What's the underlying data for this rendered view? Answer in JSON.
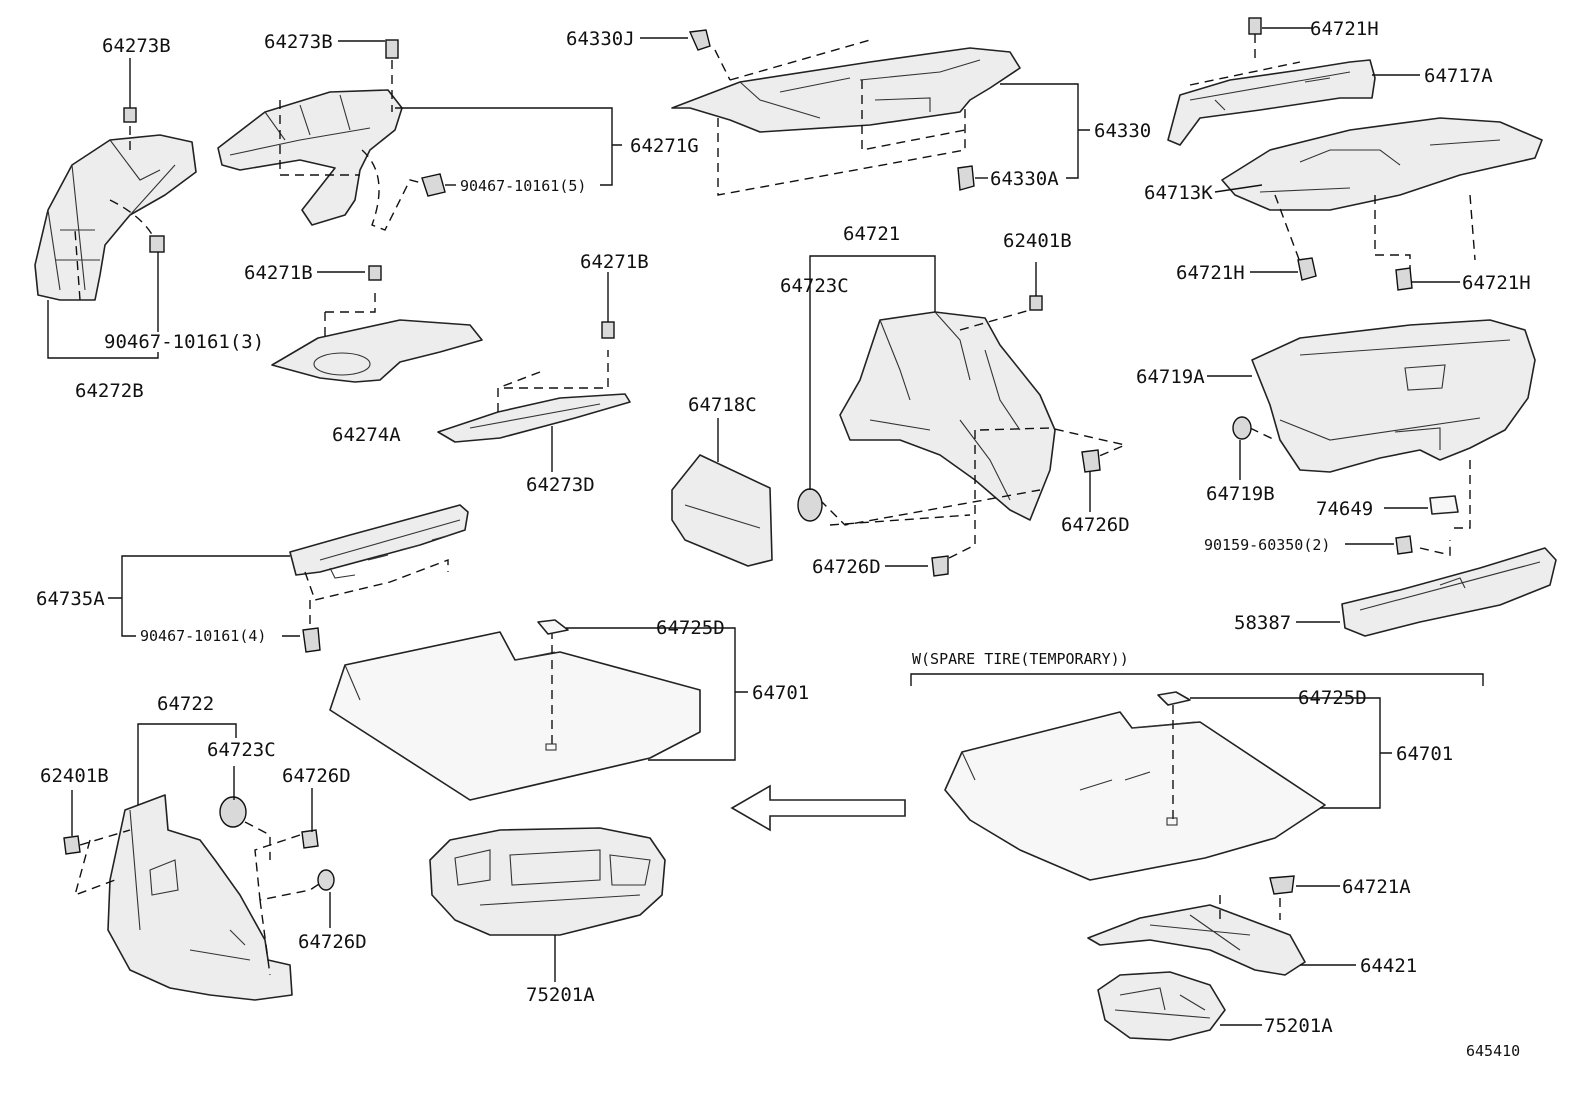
{
  "diagram": {
    "figure_number": "645410",
    "variant_heading": "W(SPARE TIRE(TEMPORARY))",
    "labels": {
      "p64273B_a": "64273B",
      "p64272B": "64272B",
      "p90467_3": "90467-10161(3)",
      "p64273B_b": "64273B",
      "p64271G": "64271G",
      "p90467_5": "90467-10161(5)",
      "p64271B_a": "64271B",
      "p64274A": "64274A",
      "p64271B_b": "64271B",
      "p64273D": "64273D",
      "p64330J": "64330J",
      "p64330": "64330",
      "p64330A": "64330A",
      "p64721H_a": "64721H",
      "p64717A": "64717A",
      "p64713K": "64713K",
      "p64721H_b": "64721H",
      "p64721H_c": "64721H",
      "p64721": "64721",
      "p64723C_a": "64723C",
      "p62401B_a": "62401B",
      "p64718C": "64718C",
      "p64726D_a": "64726D",
      "p64726D_b": "64726D",
      "p64719A": "64719A",
      "p64719B": "64719B",
      "p74649": "74649",
      "p90159": "90159-60350(2)",
      "p58387": "58387",
      "p64735A": "64735A",
      "p90467_4": "90467-10161(4)",
      "p64725D_a": "64725D",
      "p64701_a": "64701",
      "p64722": "64722",
      "p62401B_b": "62401B",
      "p64723C_b": "64723C",
      "p64726D_c": "64726D",
      "p64726D_d": "64726D",
      "p75201A_a": "75201A",
      "p64725D_b": "64725D",
      "p64701_b": "64701",
      "p64721A": "64721A",
      "p64421": "64421",
      "p75201A_b": "75201A"
    }
  }
}
